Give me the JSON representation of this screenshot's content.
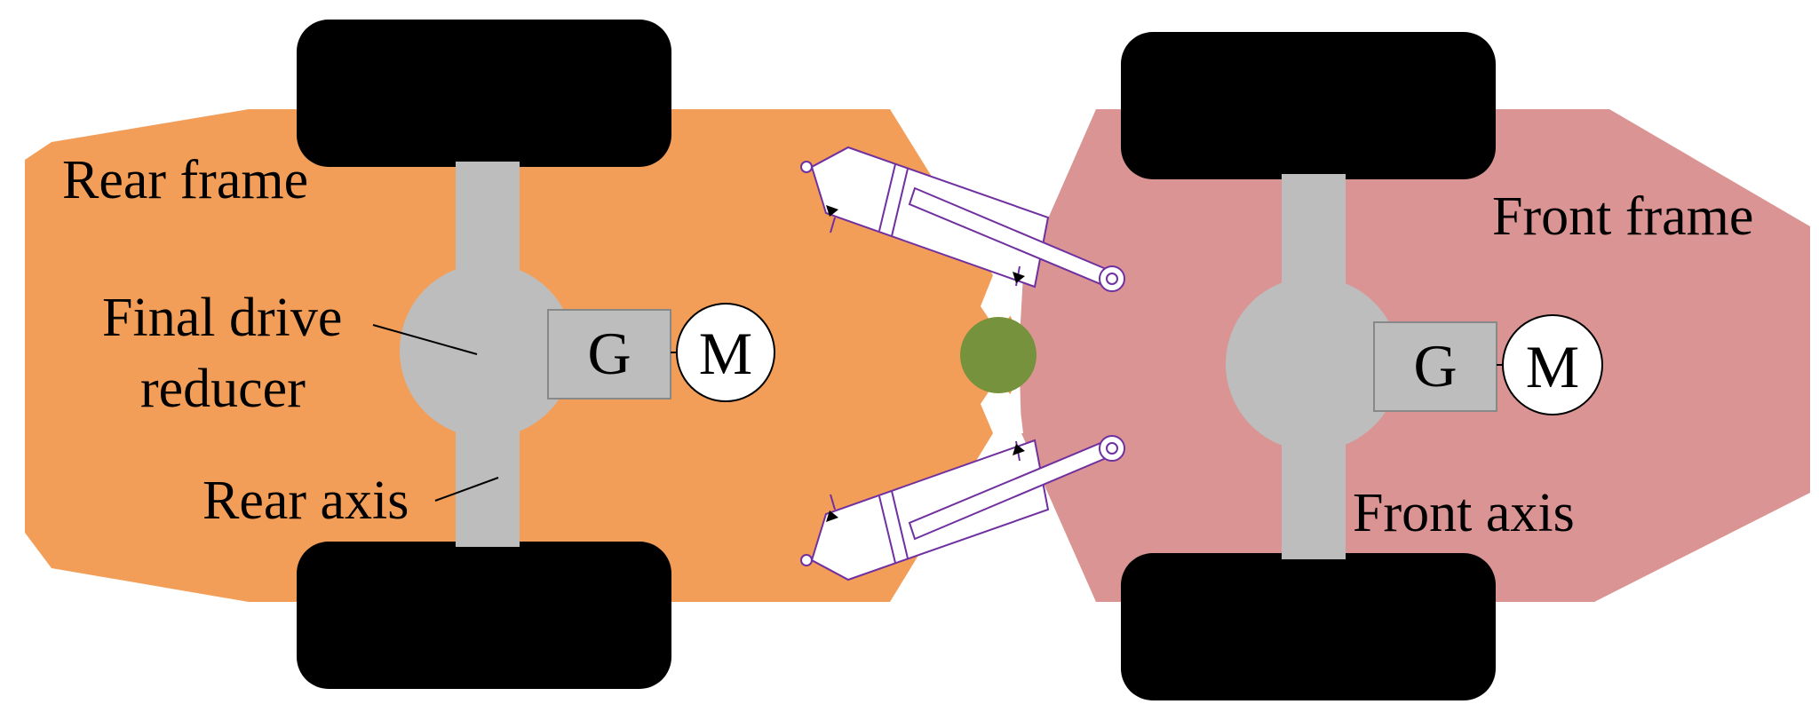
{
  "labels": {
    "rear_frame": "Rear frame",
    "front_frame": "Front frame",
    "final_drive_line1": "Final drive",
    "final_drive_line2": "reducer",
    "rear_axis": "Rear axis",
    "front_axis": "Front axis"
  },
  "rear_unit": {
    "generator": "G",
    "motor": "M"
  },
  "front_unit": {
    "generator": "G",
    "motor": "M"
  },
  "colors": {
    "rear_frame": "#f39e58",
    "front_frame": "#d99493",
    "wheel": "#000000",
    "axle": "#bdbdbd",
    "pivot": "#76923c",
    "cylinder_outline": "#7030a0"
  }
}
